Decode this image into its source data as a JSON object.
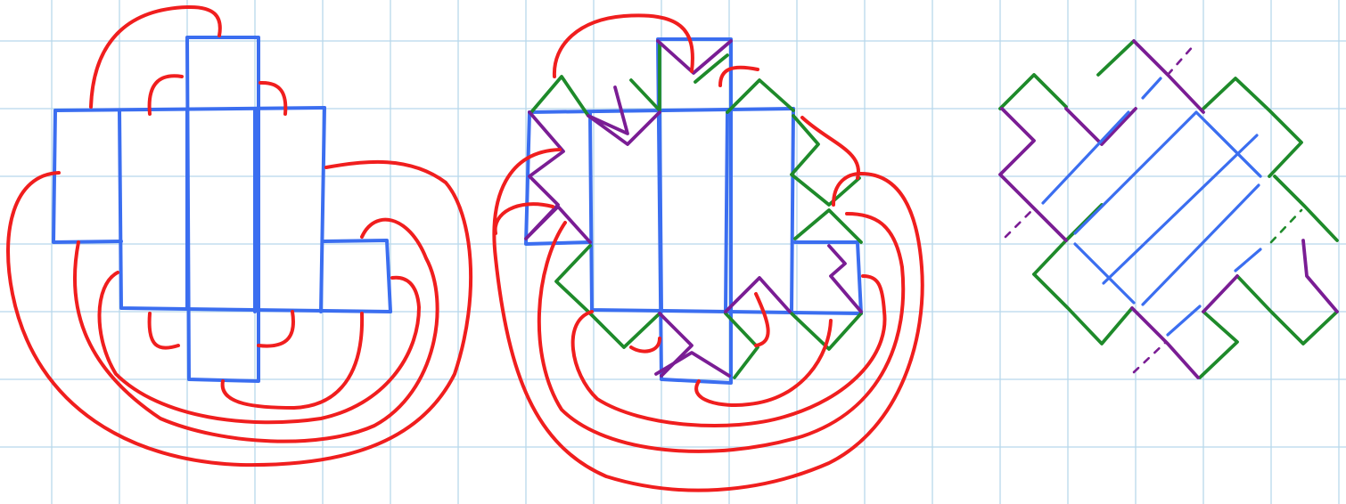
{
  "page": {
    "background": "#ffffff",
    "grid_color": "#b8d8ec"
  },
  "colors": {
    "blue": "#3b6ef0",
    "red": "#f01e1e",
    "green": "#1e8a2a",
    "purple": "#7a1d94"
  },
  "figures": [
    {
      "id": "grid-diagram-with-arcs",
      "strokes": [
        "blue",
        "red"
      ]
    },
    {
      "id": "grid-diagram-with-zigzags",
      "strokes": [
        "blue",
        "red",
        "green",
        "purple"
      ]
    },
    {
      "id": "rotated-knot-diagram",
      "strokes": [
        "blue",
        "green",
        "purple"
      ]
    }
  ]
}
